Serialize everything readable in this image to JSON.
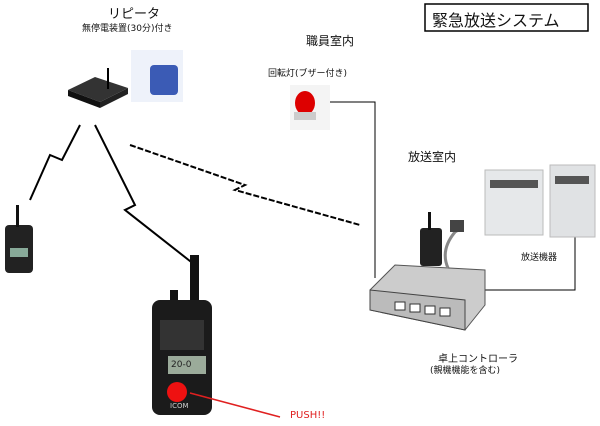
{
  "title": "緊急放送システム",
  "repeater": {
    "label": "リピータ",
    "sub": "無停電装置(30分)付き"
  },
  "staff_room": {
    "label": "職員室内",
    "lamp": "回転灯(ブザー付き)"
  },
  "broadcast_room": {
    "label": "放送室内",
    "equipment": "放送機器"
  },
  "controller": {
    "label": "卓上コントローラ",
    "sub": "(親機機能を含む)"
  },
  "radio": {
    "brand": "ICOM",
    "display": "20-0"
  },
  "push_label": "PUSH!!",
  "colors": {
    "push": "#e02020",
    "button": "#ee1111"
  }
}
